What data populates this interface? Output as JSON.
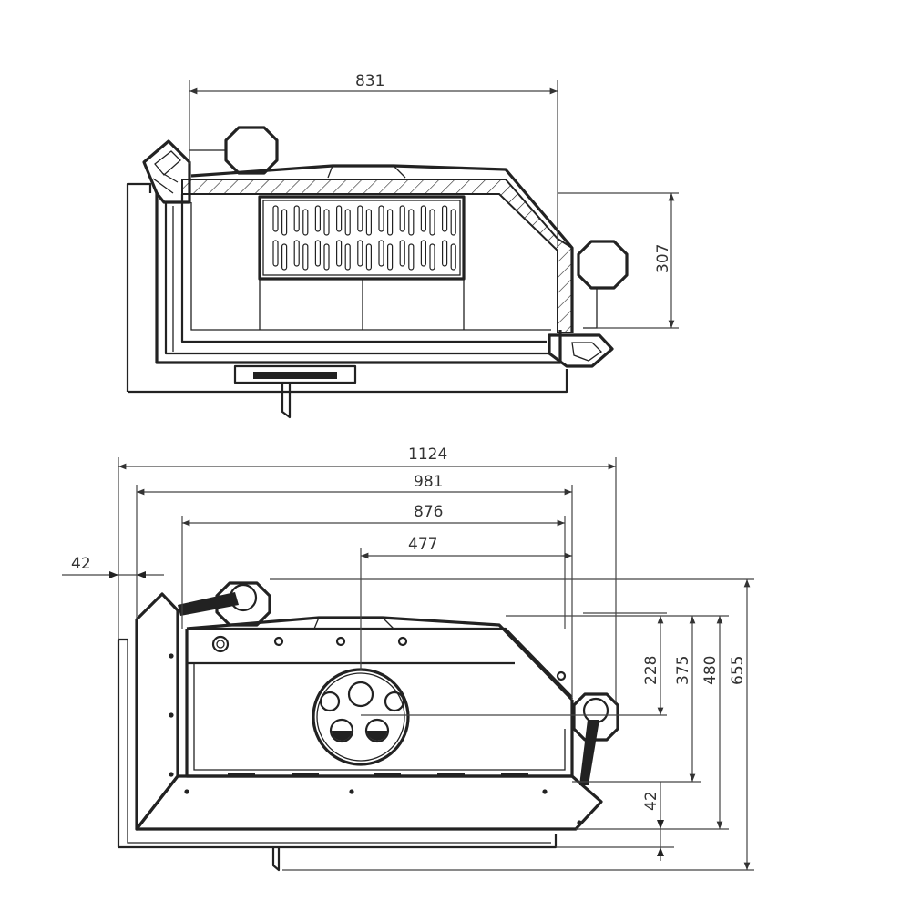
{
  "top_view": {
    "dimensions": {
      "width": "831",
      "depth": "307"
    }
  },
  "front_view": {
    "dimensions": {
      "overall_width": "1124",
      "width_981": "981",
      "width_876": "876",
      "flue_offset": "477",
      "side_offset": "42",
      "height_228": "228",
      "height_375": "375",
      "height_480": "480",
      "overall_height": "655",
      "base_height": "42"
    }
  }
}
